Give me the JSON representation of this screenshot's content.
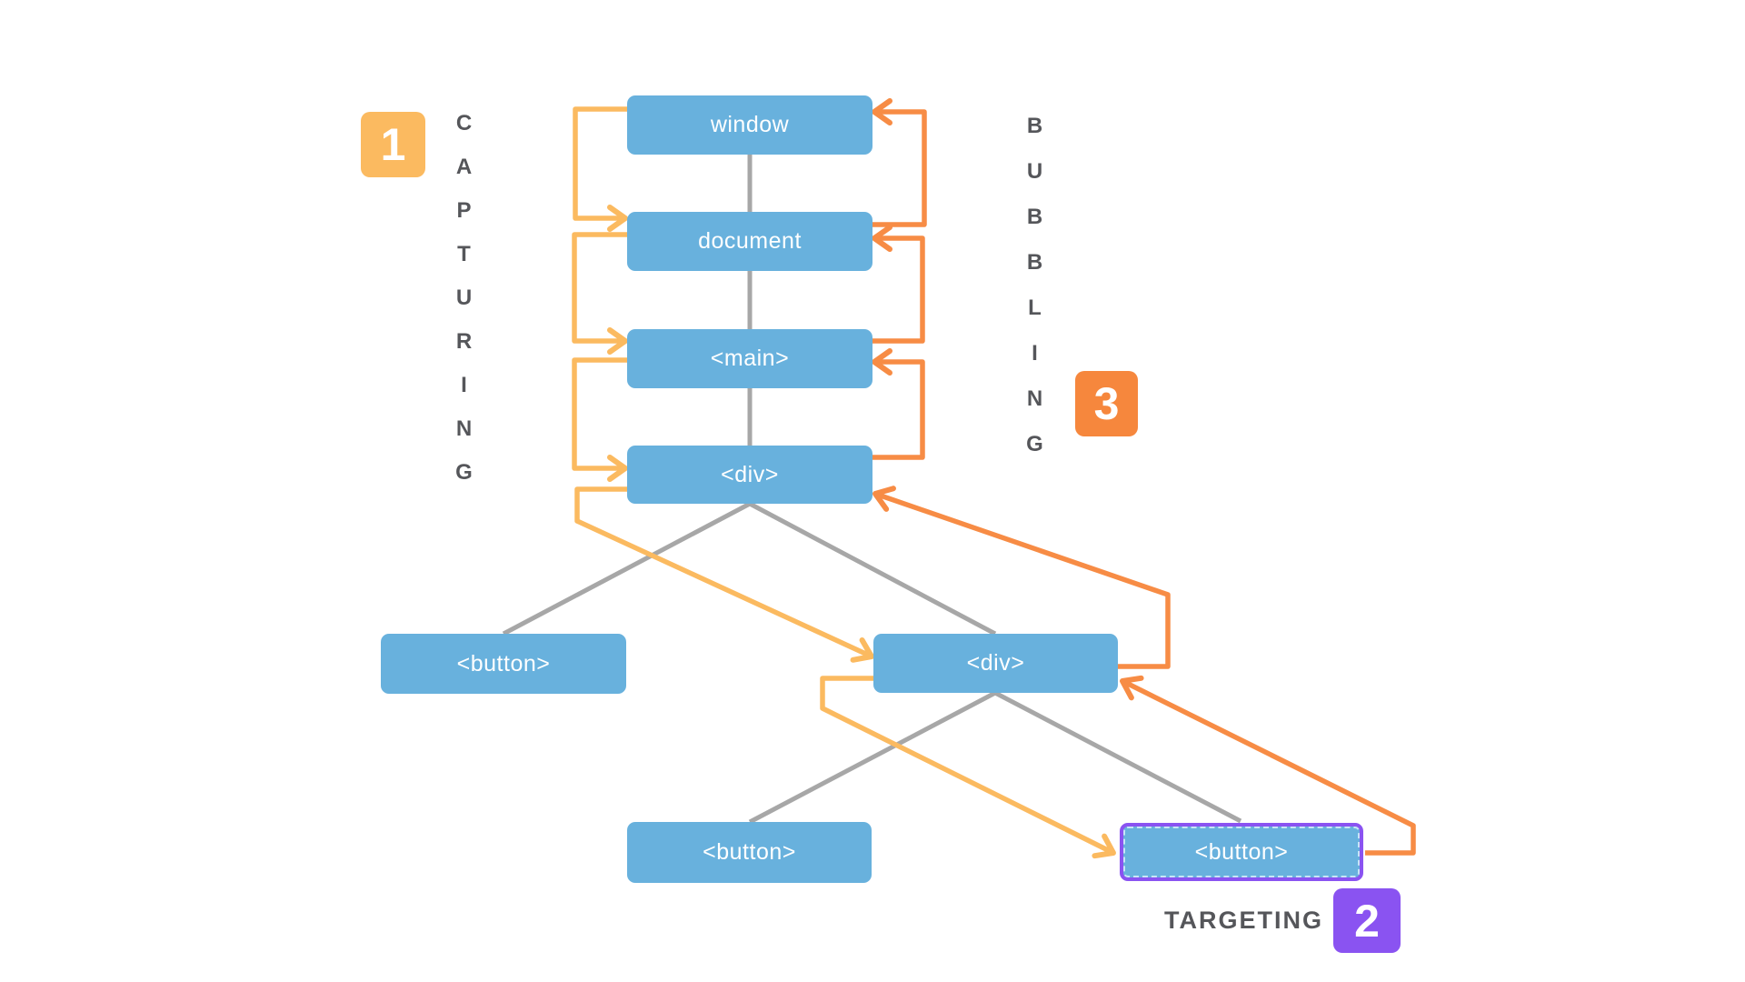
{
  "diagram": {
    "type": "dom-event-propagation",
    "nodes": [
      {
        "id": "window",
        "label": "window"
      },
      {
        "id": "document",
        "label": "document"
      },
      {
        "id": "main",
        "label": "<main>"
      },
      {
        "id": "div-1",
        "label": "<div>"
      },
      {
        "id": "button-left",
        "label": "<button>"
      },
      {
        "id": "div-2",
        "label": "<div>"
      },
      {
        "id": "button-bottom-left",
        "label": "<button>"
      },
      {
        "id": "button-target",
        "label": "<button>",
        "highlighted": true
      }
    ],
    "tree_edges": [
      [
        "window",
        "document"
      ],
      [
        "document",
        "main"
      ],
      [
        "main",
        "div-1"
      ],
      [
        "div-1",
        "button-left"
      ],
      [
        "div-1",
        "div-2"
      ],
      [
        "div-2",
        "button-bottom-left"
      ],
      [
        "div-2",
        "button-target"
      ]
    ],
    "phases": [
      {
        "badge": "1",
        "name": "CAPTURING",
        "color": "#FBBA60",
        "path": [
          "window",
          "document",
          "main",
          "div-1",
          "div-2",
          "button-target"
        ]
      },
      {
        "badge": "2",
        "name": "TARGETING",
        "color": "#8A53F1",
        "path": [
          "button-target"
        ]
      },
      {
        "badge": "3",
        "name": "BUBBLING",
        "color": "#F78C45",
        "path": [
          "button-target",
          "div-2",
          "div-1",
          "main",
          "document",
          "window"
        ]
      }
    ],
    "colors": {
      "background": "#FFFFFF",
      "node_fill": "#68B1DD",
      "node_text": "#FFFFFF",
      "tree_line": "#A7A7A7",
      "capture_arrow": "#FBBA60",
      "bubble_arrow": "#F78C45",
      "phase_label_text": "#55565A",
      "target_border": "#8A53F1"
    }
  }
}
